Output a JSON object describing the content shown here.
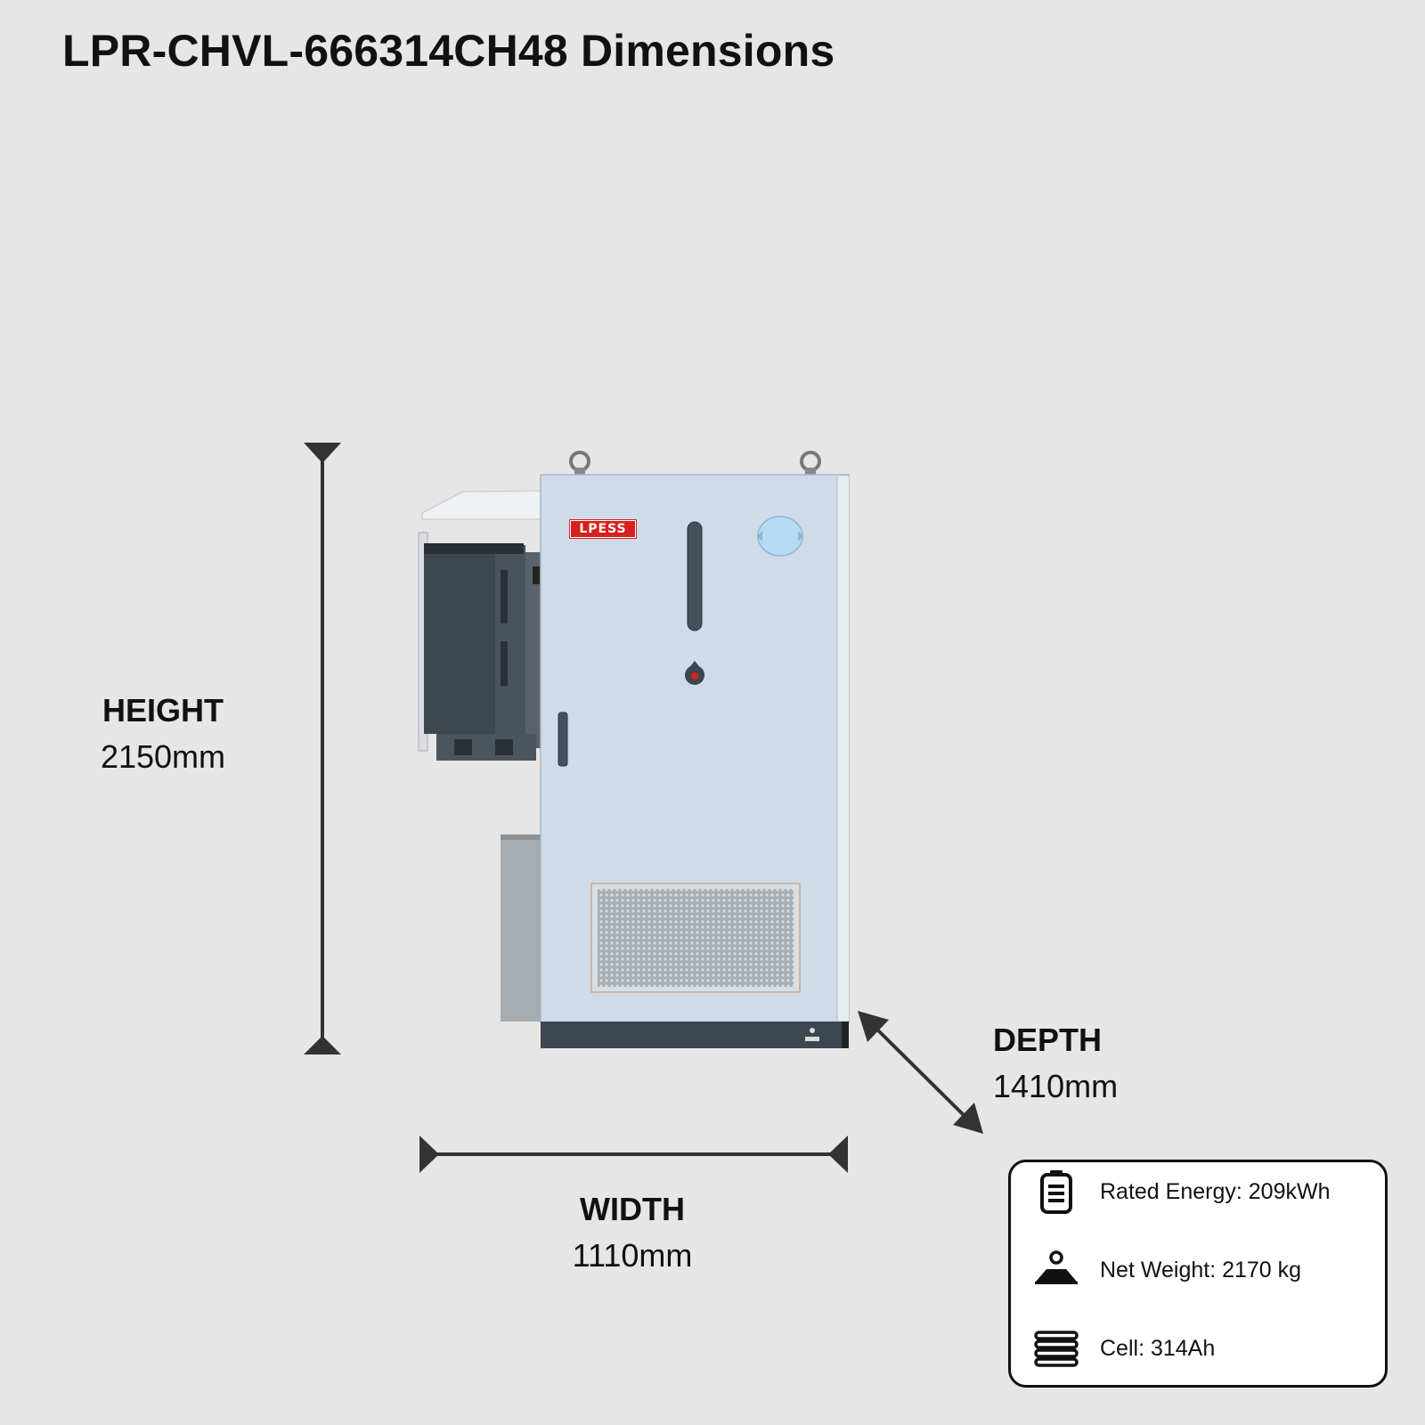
{
  "title": "LPR-CHVL-666314CH48 Dimensions",
  "brand_logo_text": "LPESS",
  "dimensions": {
    "height": {
      "name": "HEIGHT",
      "value": "2150mm"
    },
    "width": {
      "name": "WIDTH",
      "value": "1110mm"
    },
    "depth": {
      "name": "DEPTH",
      "value": "1410mm"
    }
  },
  "specs": [
    {
      "icon": "battery-icon",
      "text": "Rated Energy: 209kWh"
    },
    {
      "icon": "weight-icon",
      "text": "Net Weight: 2170 kg"
    },
    {
      "icon": "cell-stack-icon",
      "text": "Cell: 314Ah"
    }
  ],
  "colors": {
    "background": "#e6e6e6",
    "cabinet_body": "#cfdbe8",
    "cabinet_base": "#3c4650",
    "logo_red": "#d8201f",
    "arrow": "#333333"
  }
}
